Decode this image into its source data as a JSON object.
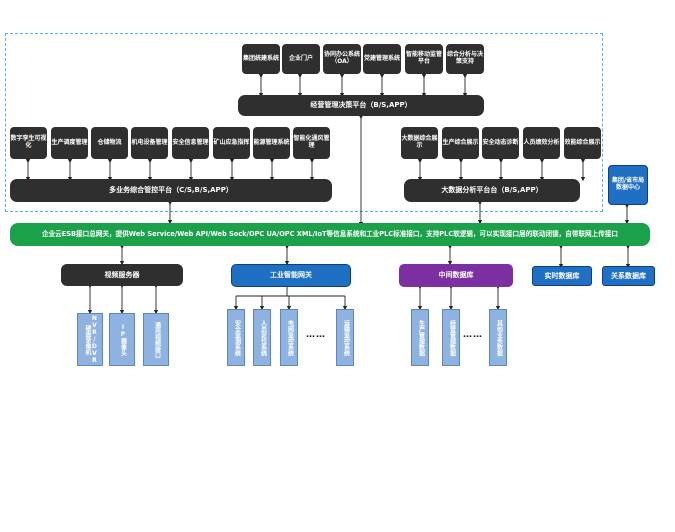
{
  "decision_layer": {
    "items": [
      "集团统建系统",
      "企业门户",
      "协同办公系统（OA）",
      "党建管理系统",
      "智能移动监管平台",
      "综合分析与决策支持"
    ],
    "platform": "经营管理决策平台（B/S,APP）"
  },
  "business_layer": {
    "items": [
      "数字孪生可视化",
      "生产调度管理",
      "仓储物流",
      "机电设备管理",
      "安全信息管理",
      "矿山应急指挥",
      "能源管理系统",
      "智能化通风管理"
    ],
    "platform": "多业务综合管控平台（C/S,B/S,APP）"
  },
  "bigdata_layer": {
    "items": [
      "大数据综合展示",
      "生产综合展示",
      "安全动态诊断",
      "人员绩效分析",
      "效能综合展示"
    ],
    "platform": "大数据分析平台台（B/S,APP）"
  },
  "city_center": "集团/省市局数据中心",
  "esb_bus": "企业云ESB接口总网关，提供Web Service/Web API/Web Sock/OPC UA/OPC XML/IoT等信息系统和工业PLC标准接口，支持PLC软逻辑，可以实现接口层的联动闭锁，自带联网上传接口",
  "video_server": {
    "label": "视频服务器",
    "items": [
      "NVR/DVR硬盘录像机",
      "IP摄像头",
      "通用视频接口"
    ]
  },
  "industrial_gateway": {
    "label": "工业智能网关",
    "items": [
      "安全监测系统",
      "人员定位系统",
      "电网监控系统",
      "运输监控系统"
    ],
    "ellipsis": "……"
  },
  "middle_db": {
    "label": "中间数据库",
    "items": [
      "生产管理数据",
      "经营管理数据",
      "其他业务数据"
    ],
    "ellipsis": "……"
  },
  "realtime_db": "实时数据库",
  "relational_db": "关系数据库"
}
